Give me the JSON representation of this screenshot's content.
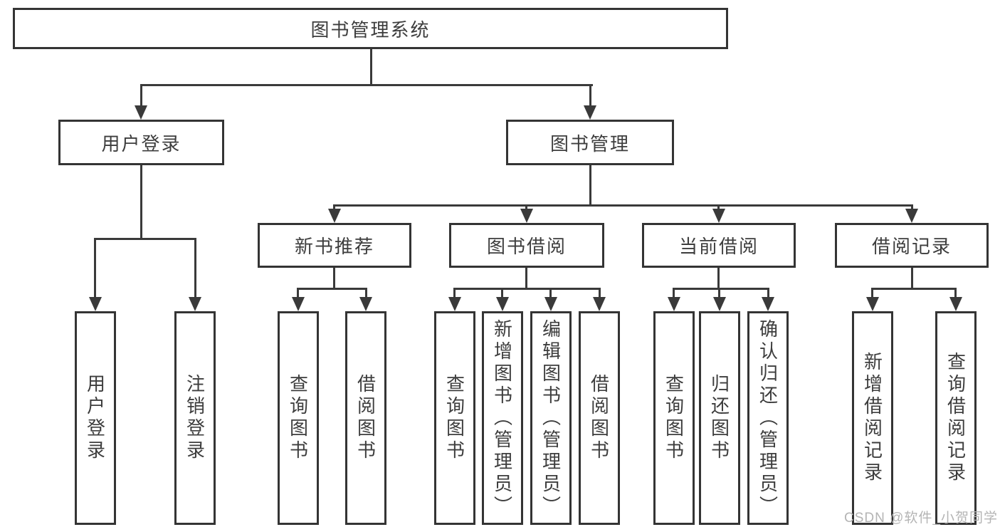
{
  "diagram_title": "图书管理系统",
  "tree": {
    "label": "图书管理系统",
    "children": [
      {
        "label": "用户登录",
        "children": [
          {
            "label": "用户登录"
          },
          {
            "label": "注销登录"
          }
        ]
      },
      {
        "label": "图书管理",
        "children": [
          {
            "label": "新书推荐",
            "children": [
              {
                "label": "查询图书"
              },
              {
                "label": "借阅图书"
              }
            ]
          },
          {
            "label": "图书借阅",
            "children": [
              {
                "label": "查询图书"
              },
              {
                "label": "新增图书（管理员）"
              },
              {
                "label": "编辑图书（管理员）"
              },
              {
                "label": "借阅图书"
              }
            ]
          },
          {
            "label": "当前借阅",
            "children": [
              {
                "label": "查询图书"
              },
              {
                "label": "归还图书"
              },
              {
                "label": "确认归还（管理员）"
              }
            ]
          },
          {
            "label": "借阅记录",
            "children": [
              {
                "label": "新增借阅记录"
              },
              {
                "label": "查询借阅记录"
              }
            ]
          }
        ]
      }
    ]
  },
  "watermark": {
    "text": "CSDN @软件_小贺同学"
  },
  "colors": {
    "line": "#3a3a3a",
    "box_border": "#343434",
    "box_fill": "#ffffff",
    "text": "#3d3d3d",
    "watermark": "#b4b4b4",
    "background": "#ffffff"
  }
}
